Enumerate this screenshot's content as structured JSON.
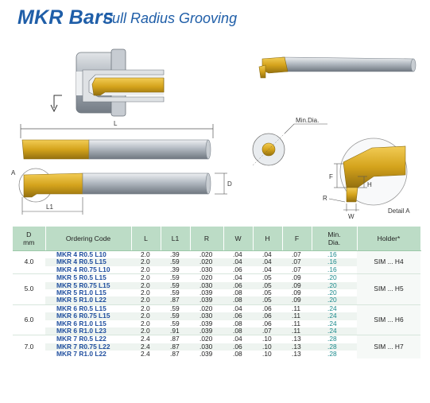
{
  "header": {
    "title": "MKR Bars",
    "subtitle": "Full Radius Grooving"
  },
  "diagram": {
    "label_L": "L",
    "label_L1": "L1",
    "label_A": "A",
    "label_D": "D",
    "label_min_dia": "Min.Dia.",
    "label_F": "F",
    "label_H": "H",
    "label_R": "R",
    "label_W": "W",
    "label_detail": "Detail A",
    "colors": {
      "insert_gold": "#d4a31c",
      "insert_gold_dark": "#9a7410",
      "shank_gray": "#9aa3ad",
      "shank_light": "#d9dde2",
      "line": "#555555"
    }
  },
  "table": {
    "headers": [
      "D\nmm",
      "Ordering Code",
      "L",
      "L1",
      "R",
      "W",
      "H",
      "F",
      "Min.\nDia.",
      "Holder*"
    ],
    "groups": [
      {
        "d": "4.0",
        "holder": "SIM ... H4",
        "rows": [
          {
            "code": "MKR 4 R0.5  L10",
            "L": "2.0",
            "L1": ".39",
            "R": ".020",
            "W": ".04",
            "H": ".04",
            "F": ".07",
            "min_dia": ".16"
          },
          {
            "code": "MKR 4 R0.5  L15",
            "L": "2.0",
            "L1": ".59",
            "R": ".020",
            "W": ".04",
            "H": ".04",
            "F": ".07",
            "min_dia": ".16"
          },
          {
            "code": "MKR 4 R0.75 L10",
            "L": "2.0",
            "L1": ".39",
            "R": ".030",
            "W": ".06",
            "H": ".04",
            "F": ".07",
            "min_dia": ".16"
          }
        ]
      },
      {
        "d": "5.0",
        "holder": "SIM ... H5",
        "rows": [
          {
            "code": "MKR 5 R0.5  L15",
            "L": "2.0",
            "L1": ".59",
            "R": ".020",
            "W": ".04",
            "H": ".05",
            "F": ".09",
            "min_dia": ".20"
          },
          {
            "code": "MKR 5 R0.75 L15",
            "L": "2.0",
            "L1": ".59",
            "R": ".030",
            "W": ".06",
            "H": ".05",
            "F": ".09",
            "min_dia": ".20"
          },
          {
            "code": "MKR 5 R1.0  L15",
            "L": "2.0",
            "L1": ".59",
            "R": ".039",
            "W": ".08",
            "H": ".05",
            "F": ".09",
            "min_dia": ".20"
          },
          {
            "code": "MKR 5 R1.0  L22",
            "L": "2.0",
            "L1": ".87",
            "R": ".039",
            "W": ".08",
            "H": ".05",
            "F": ".09",
            "min_dia": ".20"
          }
        ]
      },
      {
        "d": "6.0",
        "holder": "SIM ... H6",
        "rows": [
          {
            "code": "MKR 6 R0.5  L15",
            "L": "2.0",
            "L1": ".59",
            "R": ".020",
            "W": ".04",
            "H": ".06",
            "F": ".11",
            "min_dia": ".24"
          },
          {
            "code": "MKR 6 R0.75 L15",
            "L": "2.0",
            "L1": ".59",
            "R": ".030",
            "W": ".06",
            "H": ".06",
            "F": ".11",
            "min_dia": ".24"
          },
          {
            "code": "MKR 6 R1.0  L15",
            "L": "2.0",
            "L1": ".59",
            "R": ".039",
            "W": ".08",
            "H": ".06",
            "F": ".11",
            "min_dia": ".24"
          },
          {
            "code": "MKR 6 R1.0  L23",
            "L": "2.0",
            "L1": ".91",
            "R": ".039",
            "W": ".08",
            "H": ".07",
            "F": ".11",
            "min_dia": ".24"
          }
        ]
      },
      {
        "d": "7.0",
        "holder": "SIM ... H7",
        "rows": [
          {
            "code": "MKR 7 R0.5  L22",
            "L": "2.4",
            "L1": ".87",
            "R": ".020",
            "W": ".04",
            "H": ".10",
            "F": ".13",
            "min_dia": ".28"
          },
          {
            "code": "MKR 7 R0.75 L22",
            "L": "2.4",
            "L1": ".87",
            "R": ".030",
            "W": ".06",
            "H": ".10",
            "F": ".13",
            "min_dia": ".28"
          },
          {
            "code": "MKR 7 R1.0  L22",
            "L": "2.4",
            "L1": ".87",
            "R": ".039",
            "W": ".08",
            "H": ".10",
            "F": ".13",
            "min_dia": ".28"
          }
        ]
      }
    ]
  }
}
